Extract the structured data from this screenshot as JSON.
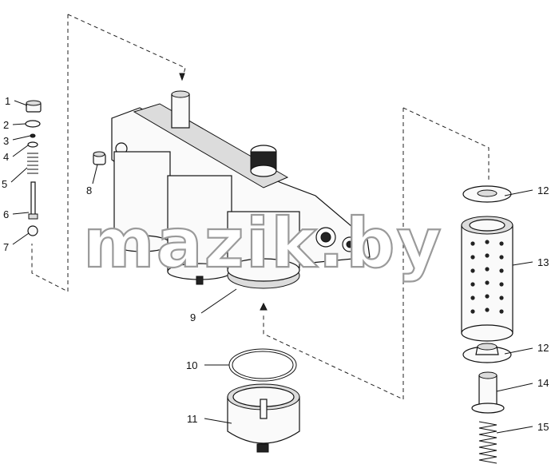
{
  "watermark": "mazik.by",
  "callouts": [
    {
      "id": "1",
      "label": "1"
    },
    {
      "id": "2",
      "label": "2"
    },
    {
      "id": "3",
      "label": "3"
    },
    {
      "id": "4",
      "label": "4"
    },
    {
      "id": "5",
      "label": "5"
    },
    {
      "id": "6",
      "label": "6"
    },
    {
      "id": "7",
      "label": "7"
    },
    {
      "id": "8",
      "label": "8"
    },
    {
      "id": "9",
      "label": "9"
    },
    {
      "id": "10",
      "label": "10"
    },
    {
      "id": "11",
      "label": "11"
    },
    {
      "id": "12a",
      "label": "12"
    },
    {
      "id": "13",
      "label": "13"
    },
    {
      "id": "12b",
      "label": "12"
    },
    {
      "id": "14",
      "label": "14"
    },
    {
      "id": "15",
      "label": "15"
    }
  ]
}
